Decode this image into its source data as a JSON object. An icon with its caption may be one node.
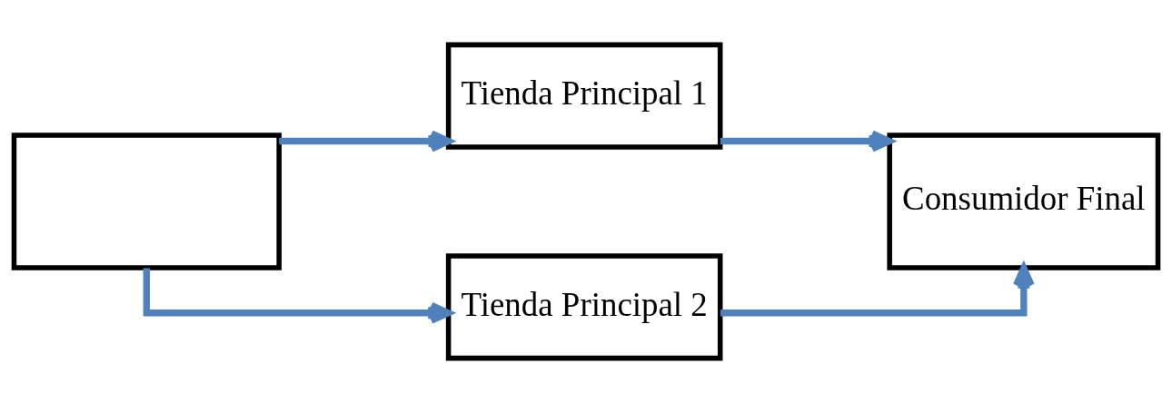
{
  "diagram": {
    "nodes": [
      {
        "text": [],
        "shape": "box"
      },
      {
        "text": [
          "Tienda Principal 1"
        ]
      },
      {
        "text": [
          "Tienda Principal 2"
        ]
      },
      {
        "text": [
          "Consumidor Final"
        ]
      }
    ],
    "edges": [
      {
        "from": 0,
        "to": 1,
        "arrow": "to"
      },
      {
        "from": 0,
        "to": 2,
        "arrow": "to"
      },
      {
        "from": 1,
        "to": 3,
        "arrow": "to"
      },
      {
        "from": 2,
        "to": 3,
        "arrow": "to"
      }
    ]
  }
}
